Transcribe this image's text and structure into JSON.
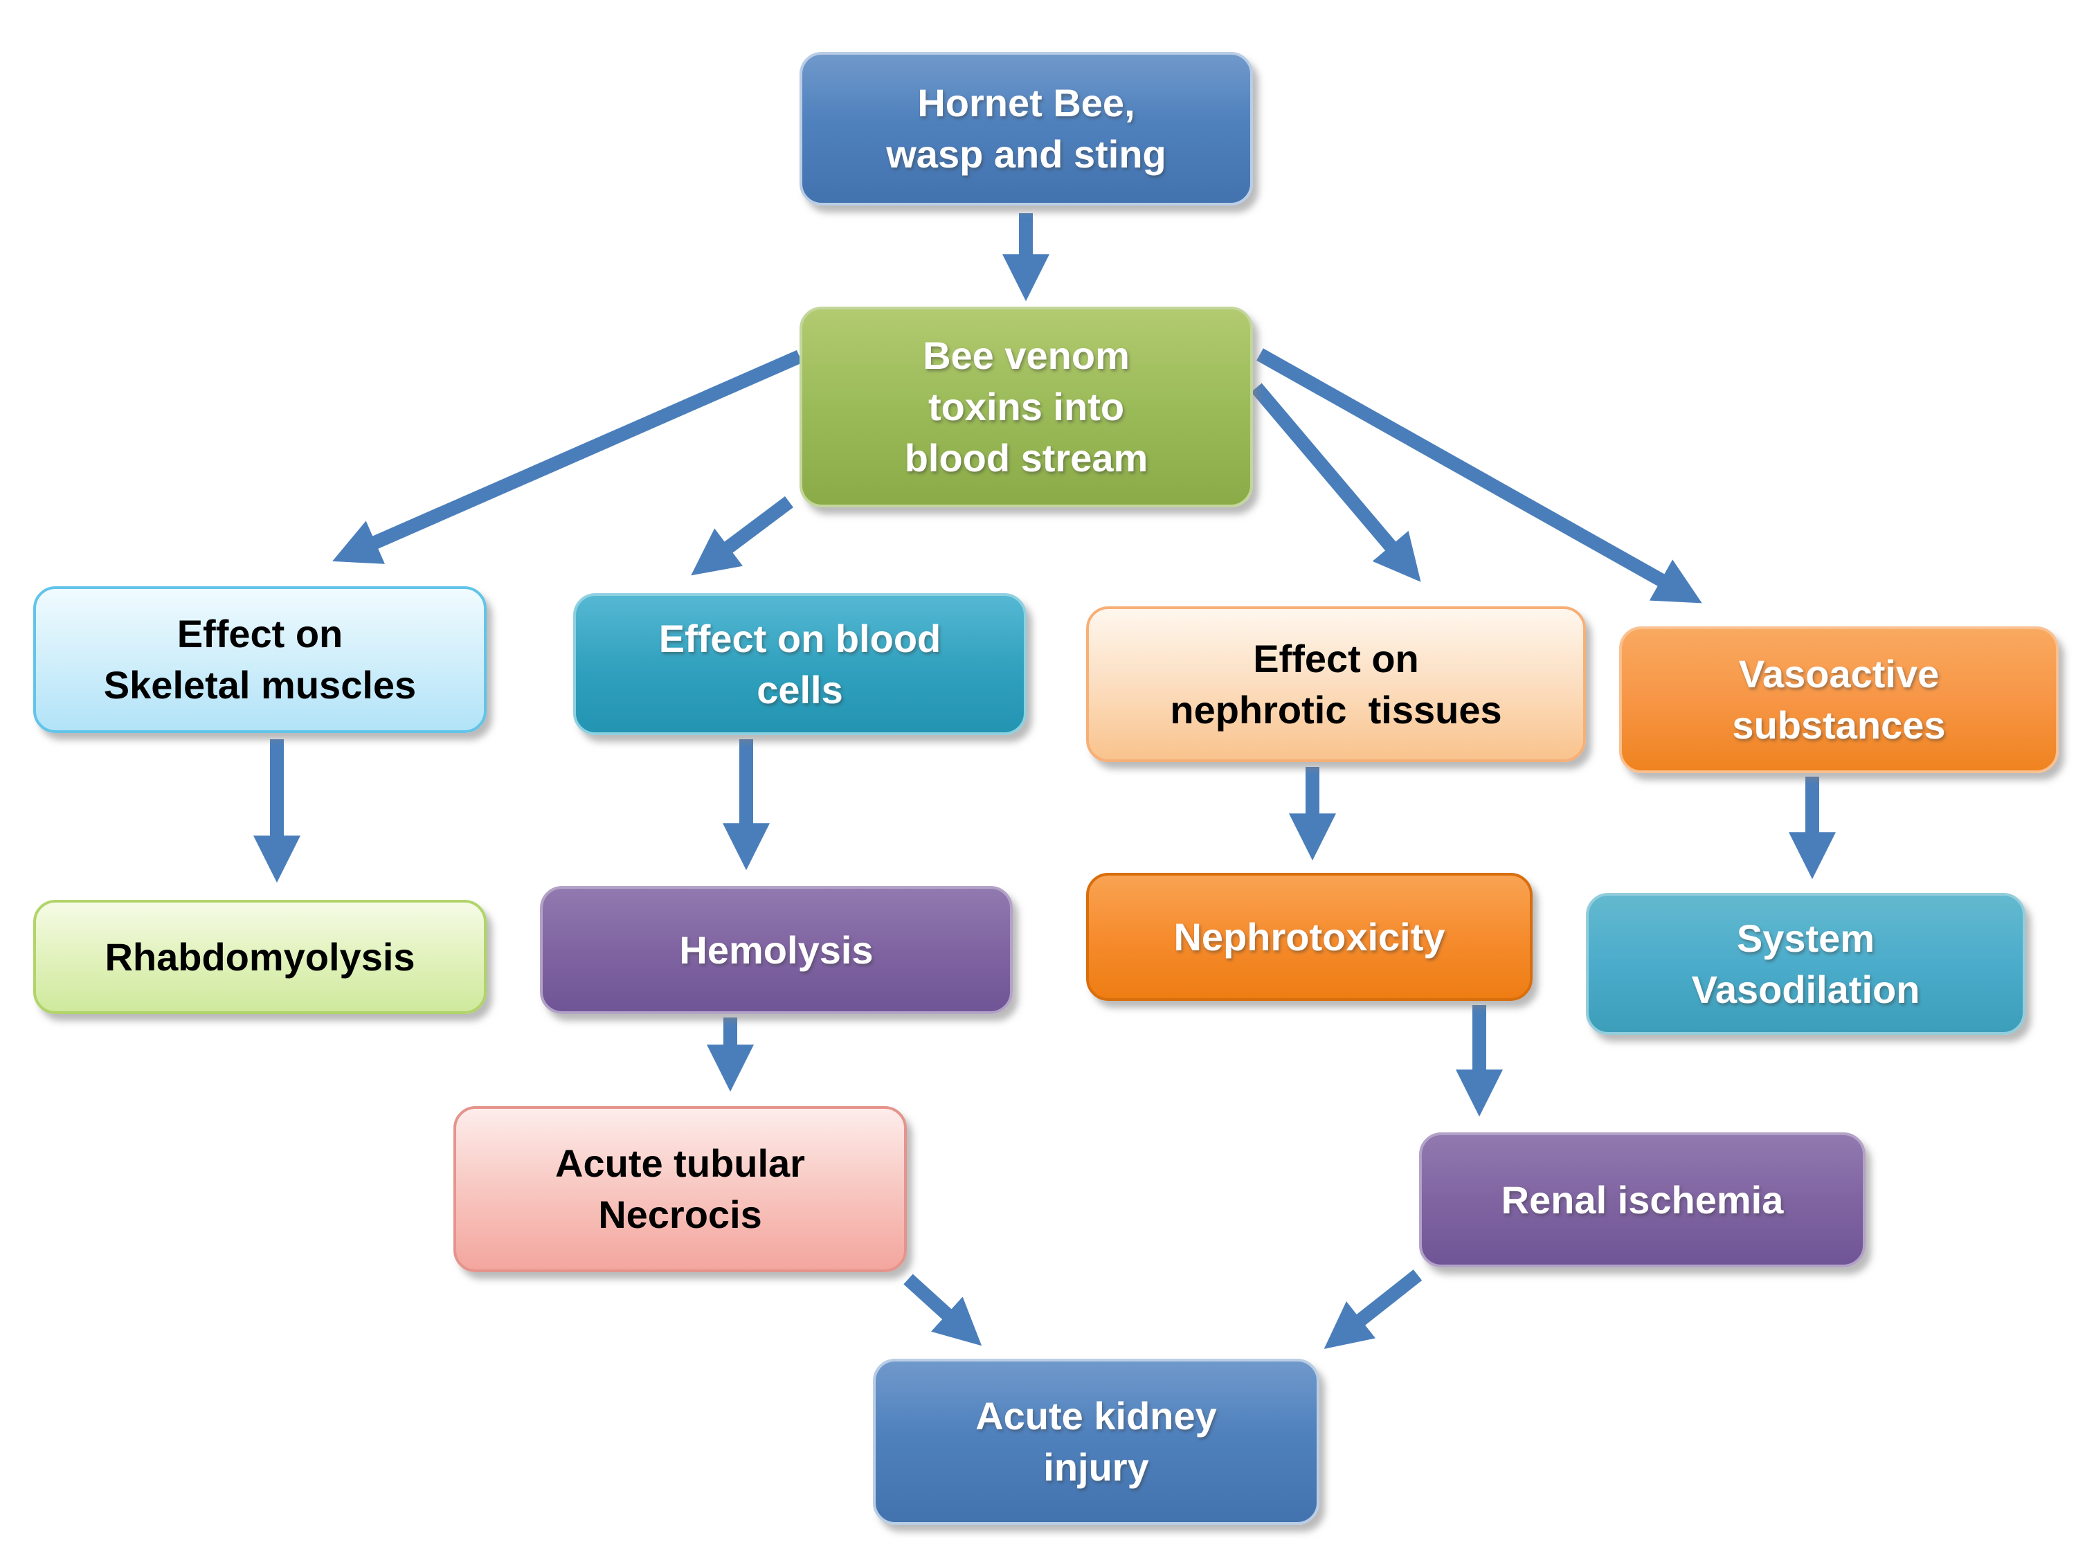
{
  "diagram": {
    "arrow_color": "#4a7ebb",
    "nodes": {
      "hornet": {
        "label": "Hornet Bee,\nwasp and sting",
        "color": "#4f81bd",
        "text_color": "#ffffff"
      },
      "bee_venom": {
        "label": "Bee venom\ntoxins into\nblood stream",
        "color": "#9bbb59",
        "text_color": "#ffffff"
      },
      "skeletal": {
        "label": "Effect on\nSkeletal muscles",
        "color": "#c5e9f9",
        "text_color": "#000000"
      },
      "blood_cells": {
        "label": "Effect on blood\ncells",
        "color": "#2fa0bd",
        "text_color": "#ffffff"
      },
      "nephrotic": {
        "label": "Effect on\nnephrotic  tissues",
        "color": "#fac090",
        "text_color": "#000000"
      },
      "vasoactive": {
        "label": "Vasoactive\nsubstances",
        "color": "#f79646",
        "text_color": "#ffffff"
      },
      "rhabdomyolysis": {
        "label": "Rhabdomyolysis",
        "color": "#d9eca4",
        "text_color": "#000000"
      },
      "hemolysis": {
        "label": "Hemolysis",
        "color": "#8064a2",
        "text_color": "#ffffff"
      },
      "nephrotoxicity": {
        "label": "Nephrotoxicity",
        "color": "#f1861b",
        "text_color": "#ffffff"
      },
      "system_vasodilation": {
        "label": "System\nVasodilation",
        "color": "#4baccb",
        "text_color": "#ffffff"
      },
      "acute_tubular_necrosis": {
        "label": "Acute tubular\nNecrocis",
        "color": "#f3a69e",
        "text_color": "#000000"
      },
      "renal_ischemia": {
        "label": "Renal ischemia",
        "color": "#8064a2",
        "text_color": "#ffffff"
      },
      "acute_kidney_injury": {
        "label": "Acute kidney\ninjury",
        "color": "#4f81bd",
        "text_color": "#ffffff"
      }
    },
    "edges": [
      {
        "from": "hornet",
        "to": "bee_venom"
      },
      {
        "from": "bee_venom",
        "to": "skeletal"
      },
      {
        "from": "bee_venom",
        "to": "blood_cells"
      },
      {
        "from": "bee_venom",
        "to": "nephrotic"
      },
      {
        "from": "bee_venom",
        "to": "vasoactive"
      },
      {
        "from": "skeletal",
        "to": "rhabdomyolysis"
      },
      {
        "from": "blood_cells",
        "to": "hemolysis"
      },
      {
        "from": "nephrotic",
        "to": "nephrotoxicity"
      },
      {
        "from": "vasoactive",
        "to": "system_vasodilation"
      },
      {
        "from": "hemolysis",
        "to": "acute_tubular_necrosis"
      },
      {
        "from": "nephrotoxicity",
        "to": "renal_ischemia"
      },
      {
        "from": "acute_tubular_necrosis",
        "to": "acute_kidney_injury"
      },
      {
        "from": "renal_ischemia",
        "to": "acute_kidney_injury"
      }
    ]
  }
}
